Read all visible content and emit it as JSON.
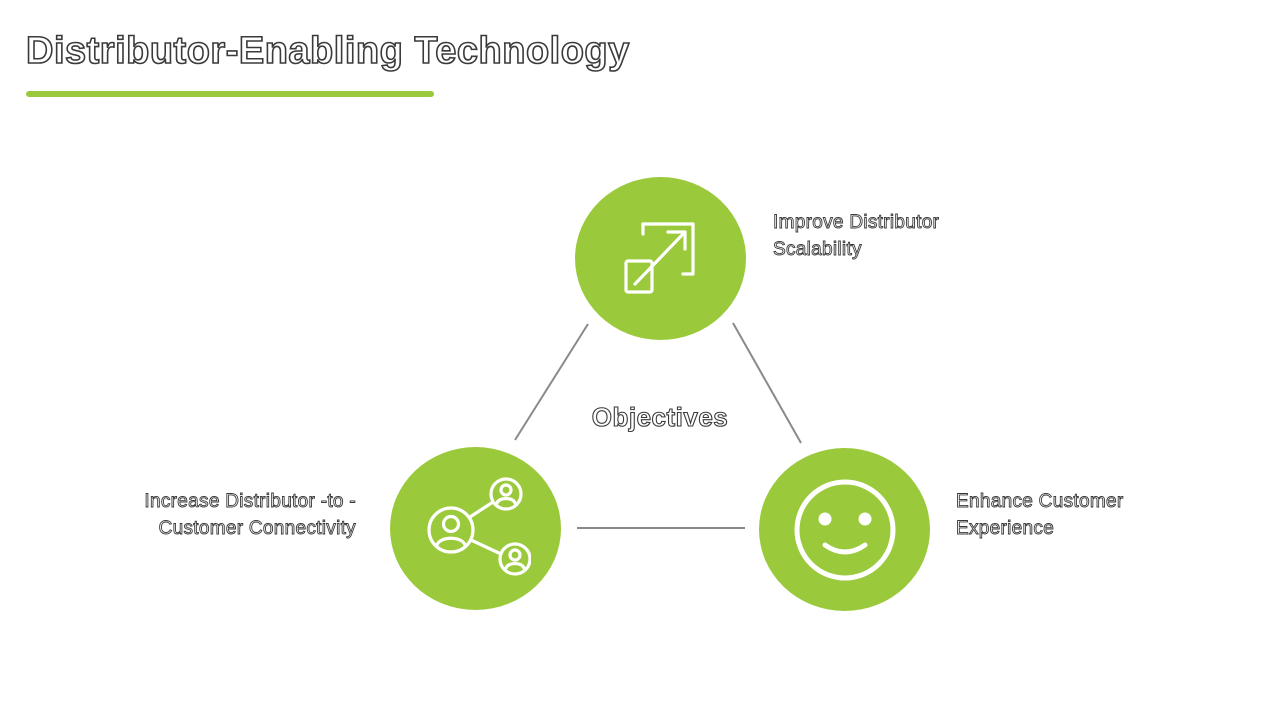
{
  "slide": {
    "title": "Distributor-Enabling Technology",
    "center_label": "Objectives"
  },
  "colors": {
    "accent": "#9aca3c",
    "connector": "#8a8a8a",
    "text_outline": "#3a3a3a",
    "icon": "#ffffff"
  },
  "objectives": [
    {
      "icon": "resize-expand-icon",
      "lines": [
        "Improve Distributor",
        "Scalability"
      ]
    },
    {
      "icon": "share-network-users-icon",
      "lines": [
        "Increase  Distributor -to -",
        "Customer Connectivity"
      ]
    },
    {
      "icon": "smiley-face-icon",
      "lines": [
        "Enhance Customer",
        "Experience"
      ]
    }
  ]
}
